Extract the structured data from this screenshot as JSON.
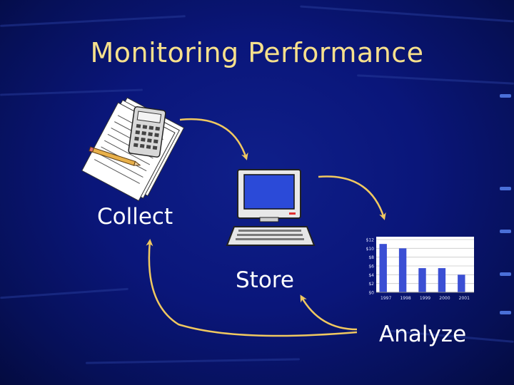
{
  "slide": {
    "title": "Monitoring Performance",
    "steps": {
      "collect": "Collect",
      "store": "Store",
      "analyze": "Analyze"
    }
  },
  "chart_data": {
    "type": "bar",
    "categories": [
      "1997",
      "1998",
      "1999",
      "2000",
      "2001"
    ],
    "values": [
      11,
      10,
      5.5,
      5.5,
      4
    ],
    "ylim": [
      0,
      12
    ],
    "yticks": [
      "$12",
      "$10",
      "$8",
      "$6",
      "$4",
      "$2",
      "$0"
    ],
    "grid": true,
    "title": "",
    "xlabel": "",
    "ylabel": ""
  },
  "colors": {
    "title": "#f7e08c",
    "arrow": "#f0c860",
    "label": "#ffffff",
    "bar": "#3b4fd4"
  },
  "icons": [
    "paper-calculator-icon",
    "computer-icon"
  ]
}
